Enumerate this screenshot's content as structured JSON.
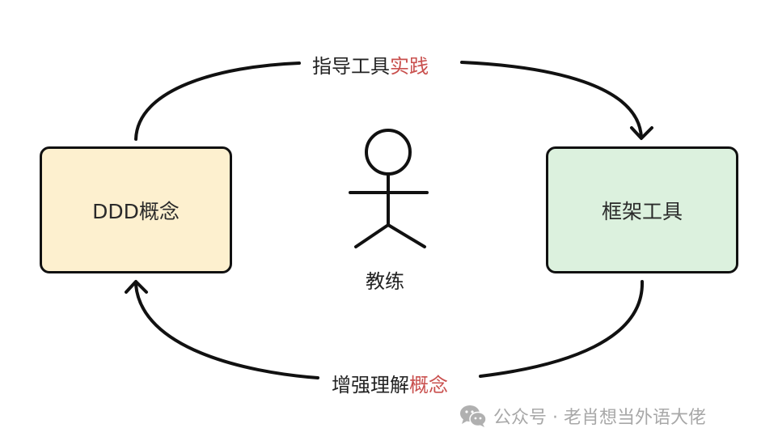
{
  "diagram": {
    "type": "cycle",
    "nodes": {
      "left": {
        "label": "DDD概念",
        "fill": "#fdf0cf"
      },
      "right": {
        "label": "框架工具",
        "fill": "#dcf1de"
      },
      "center": {
        "label": "教练",
        "icon": "stick-figure-icon"
      }
    },
    "edges": {
      "top": {
        "from": "DDD概念",
        "to": "框架工具",
        "label_plain": "指导工具",
        "label_highlight": "实践"
      },
      "bottom": {
        "from": "框架工具",
        "to": "DDD概念",
        "label_plain": "增强理解",
        "label_highlight": "概念"
      }
    },
    "colors": {
      "highlight": "#c9504e",
      "stroke": "#111111",
      "text": "#222222",
      "watermark": "#a8a8a8"
    }
  },
  "watermark": {
    "icon": "wechat-icon",
    "text": "公众号 · 老肖想当外语大佬"
  }
}
